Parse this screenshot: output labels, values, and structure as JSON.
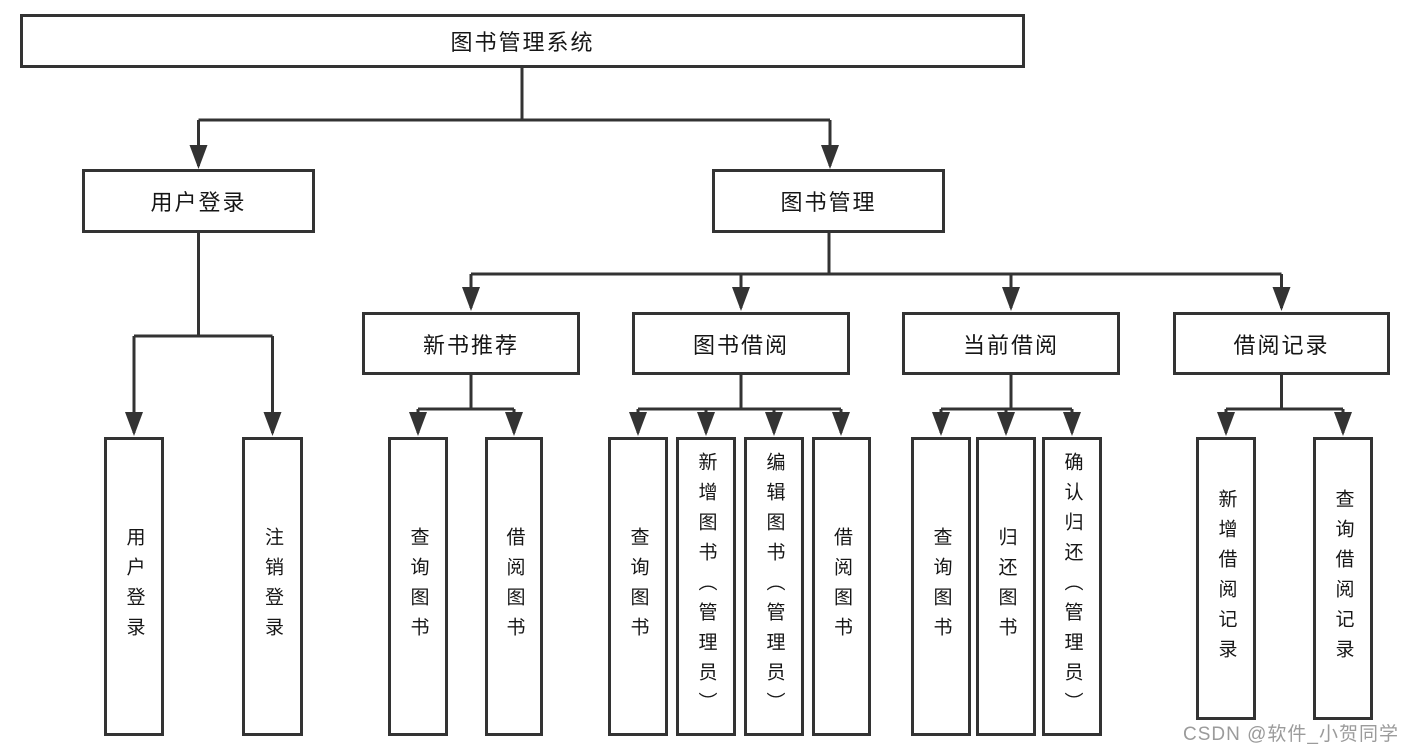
{
  "diagram": {
    "root": {
      "label": "图书管理系统"
    },
    "level2": [
      {
        "label": "用户登录"
      },
      {
        "label": "图书管理"
      }
    ],
    "level3": [
      {
        "label": "新书推荐"
      },
      {
        "label": "图书借阅"
      },
      {
        "label": "当前借阅"
      },
      {
        "label": "借阅记录"
      }
    ],
    "leaves": [
      {
        "label": "用户登录",
        "parent": "用户登录"
      },
      {
        "label": "注销登录",
        "parent": "用户登录"
      },
      {
        "label": "查询图书",
        "parent": "新书推荐"
      },
      {
        "label": "借阅图书",
        "parent": "新书推荐"
      },
      {
        "label": "查询图书",
        "parent": "图书借阅"
      },
      {
        "label": "新增图书（管理员）",
        "parent": "图书借阅"
      },
      {
        "label": "编辑图书（管理员）",
        "parent": "图书借阅"
      },
      {
        "label": "借阅图书",
        "parent": "图书借阅"
      },
      {
        "label": "查询图书",
        "parent": "当前借阅"
      },
      {
        "label": "归还图书",
        "parent": "当前借阅"
      },
      {
        "label": "确认归还（管理员）",
        "parent": "当前借阅"
      },
      {
        "label": "新增借阅记录",
        "parent": "借阅记录"
      },
      {
        "label": "查询借阅记录",
        "parent": "借阅记录"
      }
    ],
    "watermark": "CSDN @软件_小贺同学",
    "colors": {
      "line": "#333333",
      "text": "#161616",
      "watermark": "#9b9b9b",
      "background": "#ffffff"
    }
  }
}
